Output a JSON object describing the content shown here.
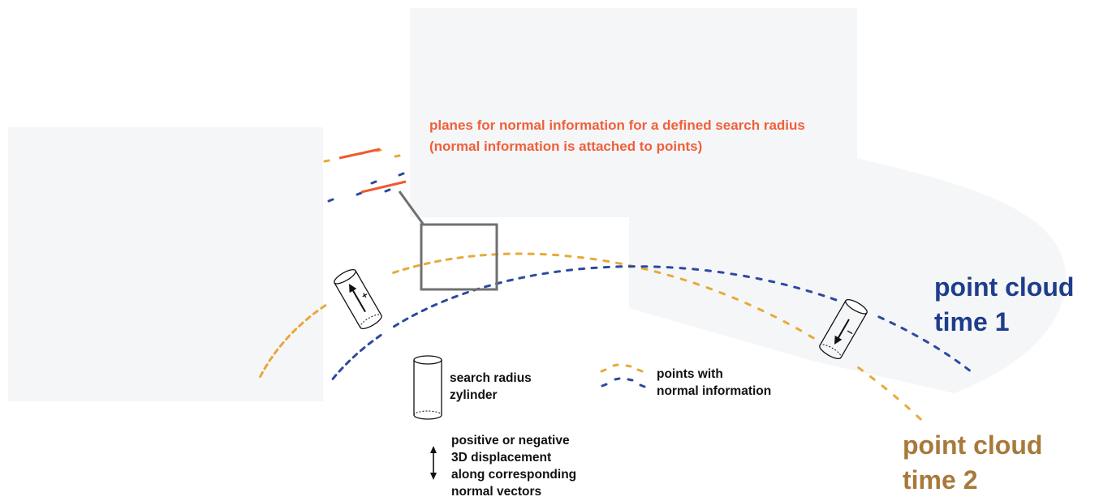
{
  "annotation": {
    "line1": "planes for normal information for a defined search radius",
    "line2": "(normal information is attached to points)"
  },
  "legend": {
    "cylinder": {
      "line1": "search radius",
      "line2": "zylinder",
      "icon": "cylinder-icon"
    },
    "points": {
      "line1": "points with",
      "line2": "normal information",
      "icon": "dotted-points-icon"
    },
    "displacement": {
      "line1": "positive or negative",
      "line2": "3D displacement",
      "line3": "along corresponding",
      "line4": "normal vectors",
      "icon": "double-arrow-icon"
    }
  },
  "clouds": {
    "time1": {
      "line1": "point cloud",
      "line2": "time 1",
      "color": "#1e3d8c"
    },
    "time2": {
      "line1": "point cloud",
      "line2": "time 2",
      "color": "#a8793a"
    }
  },
  "cylinders": {
    "left": {
      "sign": "+"
    },
    "right": {
      "sign": "–"
    }
  },
  "colors": {
    "blue_points": "#2b4aa0",
    "orange_points": "#e8a93a",
    "planes": "#ef5a30",
    "background_shapes": "#f5f6f8",
    "zoom_box": "#707070"
  }
}
